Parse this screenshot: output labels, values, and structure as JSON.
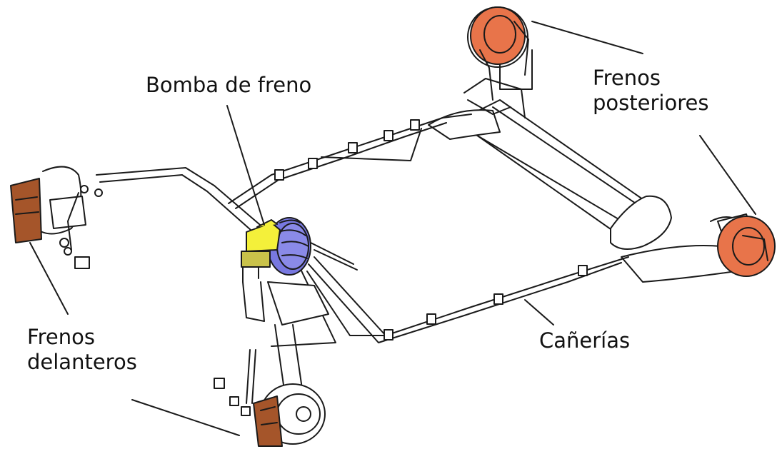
{
  "labels": {
    "master_cylinder": "Bomba de freno",
    "rear_brakes_line1": "Frenos",
    "rear_brakes_line2": "posteriores",
    "pipes": "Cañerías",
    "front_brakes_line1": "Frenos",
    "front_brakes_line2": "delanteros"
  },
  "colors": {
    "rear_brake": "#e8744a",
    "front_brake": "#a5552a",
    "master_reservoir": "#f4f03a",
    "booster": "#7878e0",
    "fittings": "#c9c24a",
    "line": "#1a1a1a",
    "background": "#ffffff"
  }
}
